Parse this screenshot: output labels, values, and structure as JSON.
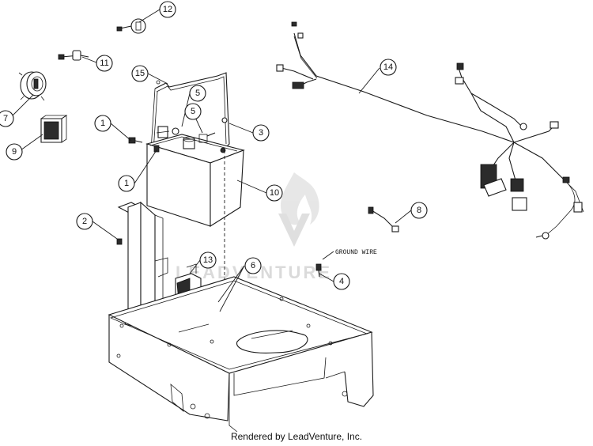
{
  "footer": {
    "credit": "Rendered by LeadVenture, Inc."
  },
  "watermark": {
    "text": "LEADVENTURE"
  },
  "labels": {
    "ground_wire": "GROUND WIRE"
  },
  "callouts": [
    {
      "id": "c1a",
      "num": "1"
    },
    {
      "id": "c1b",
      "num": "1"
    },
    {
      "id": "c2",
      "num": "2"
    },
    {
      "id": "c3",
      "num": "3"
    },
    {
      "id": "c4",
      "num": "4"
    },
    {
      "id": "c5a",
      "num": "5"
    },
    {
      "id": "c5b",
      "num": "5"
    },
    {
      "id": "c6",
      "num": "6"
    },
    {
      "id": "c7",
      "num": "7"
    },
    {
      "id": "c8",
      "num": "8"
    },
    {
      "id": "c9",
      "num": "9"
    },
    {
      "id": "c10",
      "num": "10"
    },
    {
      "id": "c11",
      "num": "11"
    },
    {
      "id": "c12",
      "num": "12"
    },
    {
      "id": "c13",
      "num": "13"
    },
    {
      "id": "c14",
      "num": "14"
    },
    {
      "id": "c15",
      "num": "15"
    }
  ]
}
